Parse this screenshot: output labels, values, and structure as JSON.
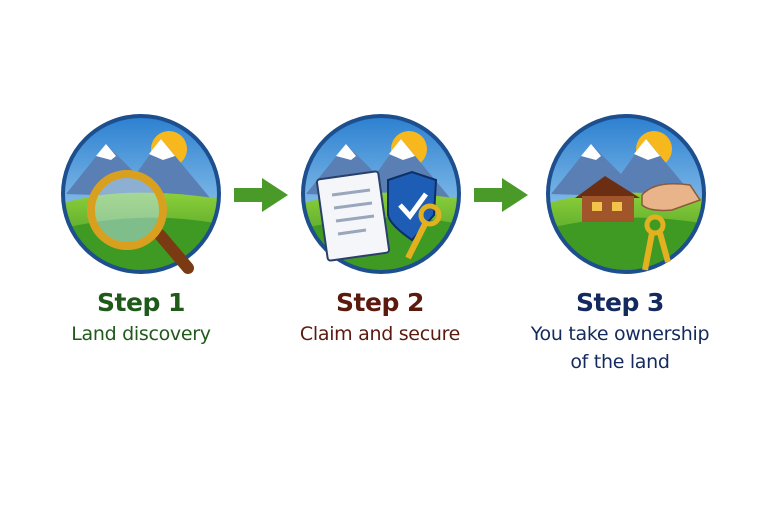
{
  "steps": [
    {
      "title": "Step 1",
      "description": "Land discovery",
      "color": "#1f5a1a",
      "icon": "magnifying-glass-icon"
    },
    {
      "title": "Step 2",
      "description": "Claim and secure",
      "color": "#5c1a0f",
      "icon": "document-shield-keys-icon"
    },
    {
      "title": "Step 3",
      "description_line1": "You take ownership",
      "description_line2": "of the land",
      "color": "#142a5e",
      "icon": "house-hand-keys-icon"
    }
  ],
  "arrow_color": "#4a9a2a"
}
